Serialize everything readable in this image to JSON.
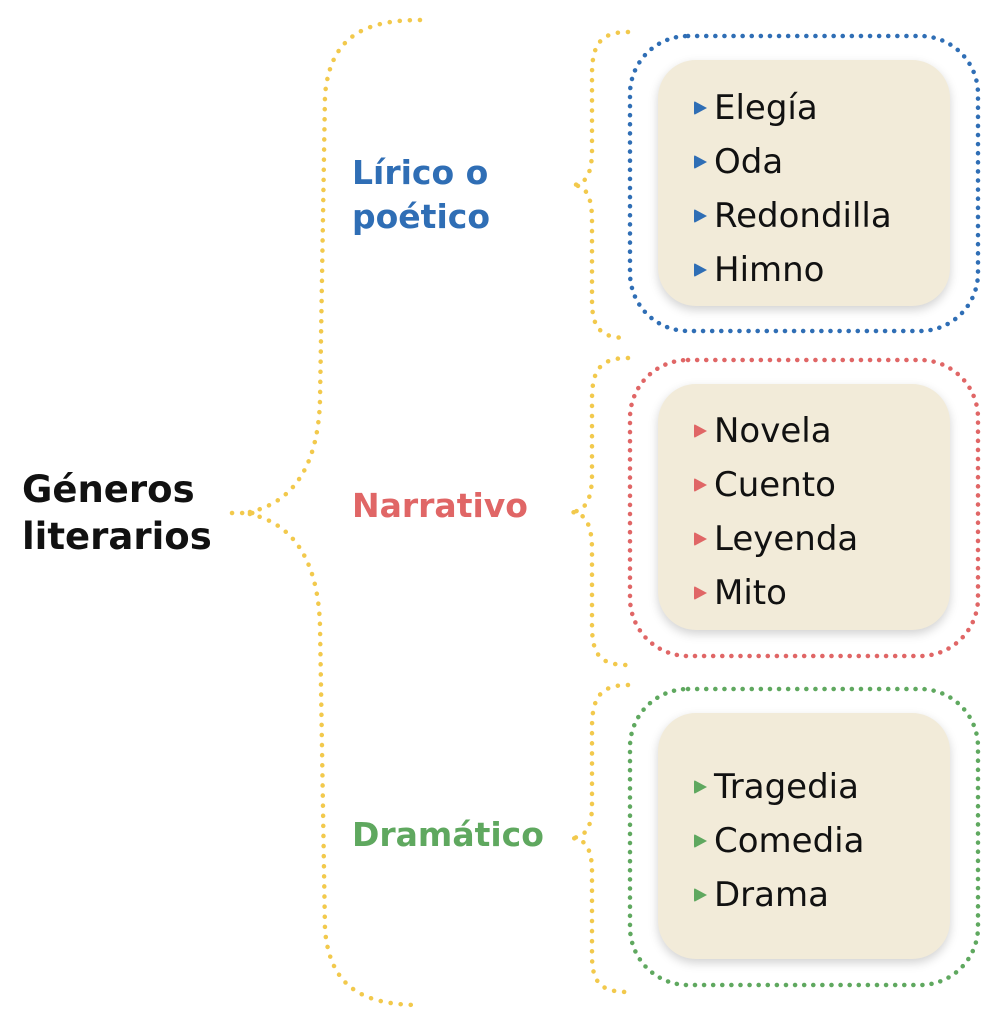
{
  "root": {
    "title_line1": "Géneros",
    "title_line2": "literarios"
  },
  "colors": {
    "brace": "#f2c94c",
    "lirico": "#2f6eb5",
    "narrativo": "#e06666",
    "dramatico": "#5fa85f",
    "card_bg": "#f2ebd9",
    "text": "#111111"
  },
  "genres": [
    {
      "id": "lirico",
      "line1": "Lírico o",
      "line2": "poético",
      "items": [
        "Elegía",
        "Oda",
        "Redondilla",
        "Himno"
      ]
    },
    {
      "id": "narrativo",
      "line1": "Narrativo",
      "line2": "",
      "items": [
        "Novela",
        "Cuento",
        "Leyenda",
        "Mito"
      ]
    },
    {
      "id": "dramatico",
      "line1": "Dramático",
      "line2": "",
      "items": [
        "Tragedia",
        "Comedia",
        "Drama"
      ]
    }
  ]
}
